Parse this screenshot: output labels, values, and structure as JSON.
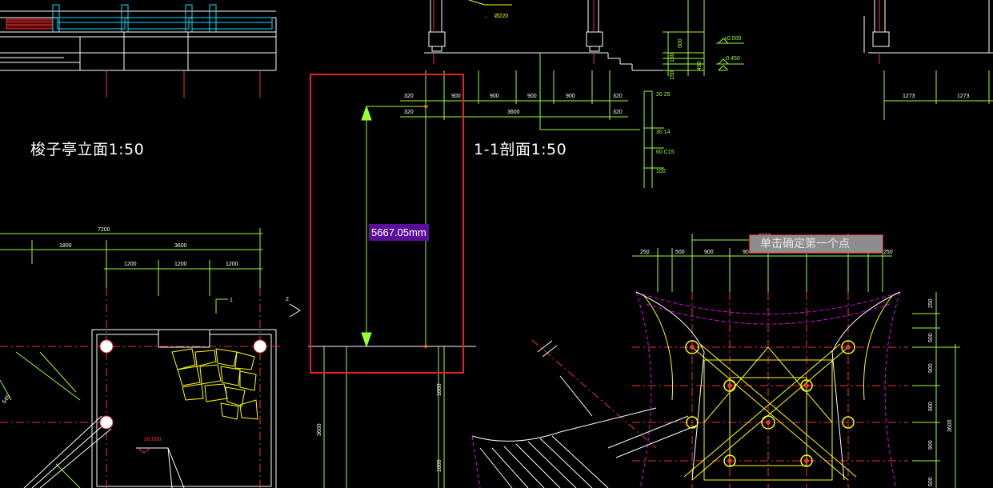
{
  "drawing": {
    "elevation_title": "梭子亭立面1:50",
    "section_title": "1-1剖面1:50"
  },
  "measurement": {
    "value_label": "5667.05mm",
    "box_color": "#e8211f",
    "badge_color": "#5a0f9a",
    "dimension_color": "#9aff33"
  },
  "command_prompt": {
    "text": "单击确定第一个点"
  },
  "annotations": {
    "top_diameter": "Ø220",
    "level_zero": "±0.000",
    "level_minus": "-0.450",
    "level_zero_plan": "±0.000",
    "section_top_dims": [
      "320",
      "900",
      "900",
      "900",
      "900",
      "320"
    ],
    "section_top_total": "3600",
    "section_left_dims": [
      "320",
      "320"
    ],
    "section_side_notes": [
      "20 25",
      "30  14",
      "60  C15",
      "100"
    ],
    "right_top_dims": [
      "1273",
      "1273"
    ],
    "level_dims": [
      "500",
      "150",
      "150",
      "450"
    ],
    "plan_top_total": "7200",
    "plan_top_dims": [
      "1800",
      "3600"
    ],
    "plan_sub_dims": [
      "1200",
      "1200",
      "1200"
    ],
    "plan_marker_1": "1",
    "plan_marker_2": "2",
    "plan_side_dim": "545",
    "roof_top_total": "3600",
    "roof_top_dims": [
      "250",
      "500",
      "900",
      "900",
      "900",
      "900",
      "500",
      "250"
    ],
    "roof_right_dims": [
      "250",
      "500",
      "900",
      "900",
      "900",
      "500"
    ],
    "roof_right_total": "3600",
    "mid_vertical_dims": [
      "3600",
      "1800",
      "1800"
    ]
  }
}
